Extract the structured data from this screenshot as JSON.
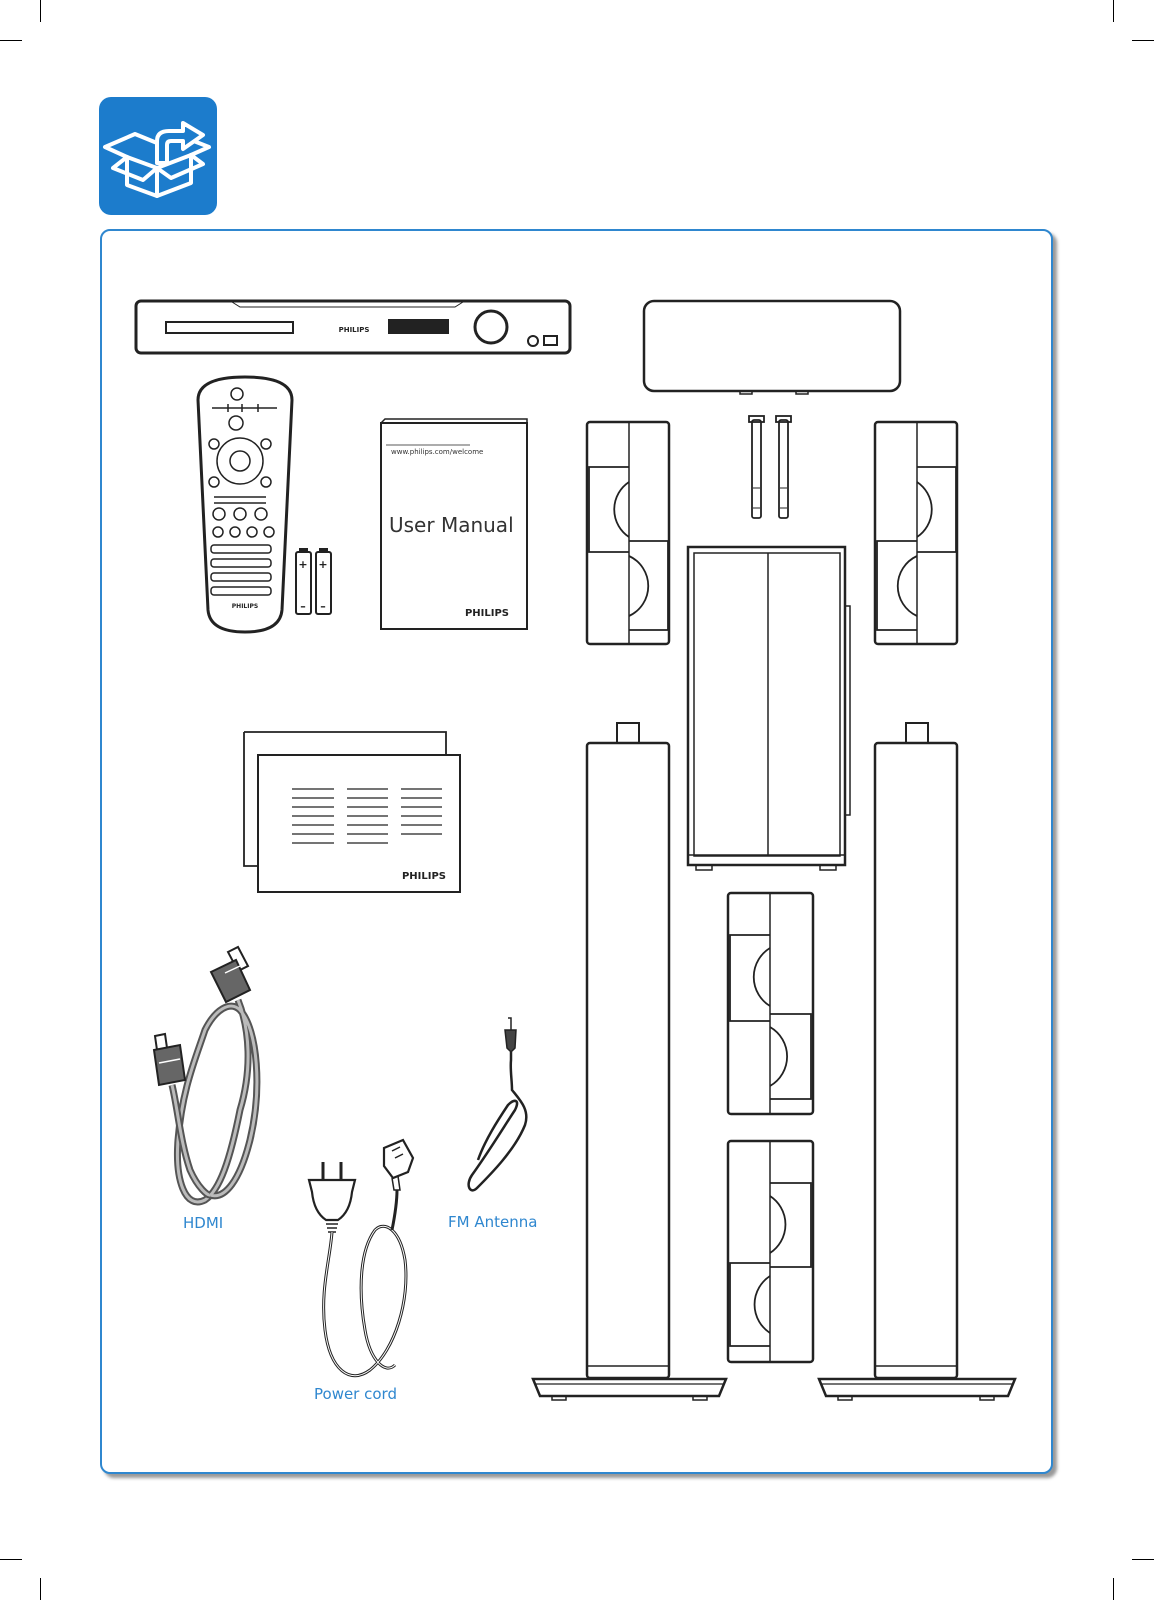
{
  "colors": {
    "accent": "#1c7ccc",
    "label_text": "#2f87cf",
    "line_art": "#222222"
  },
  "icons": {
    "badge": "open-box-arrow-icon"
  },
  "brand": "PHILIPS",
  "manual": {
    "url": "www.philips.com/welcome",
    "title": "User Manual"
  },
  "battery_signs": {
    "plus": "+",
    "minus": "–"
  },
  "labels": {
    "hdmi": "HDMI",
    "fm_antenna": "FM Antenna",
    "power_cord": "Power cord"
  }
}
